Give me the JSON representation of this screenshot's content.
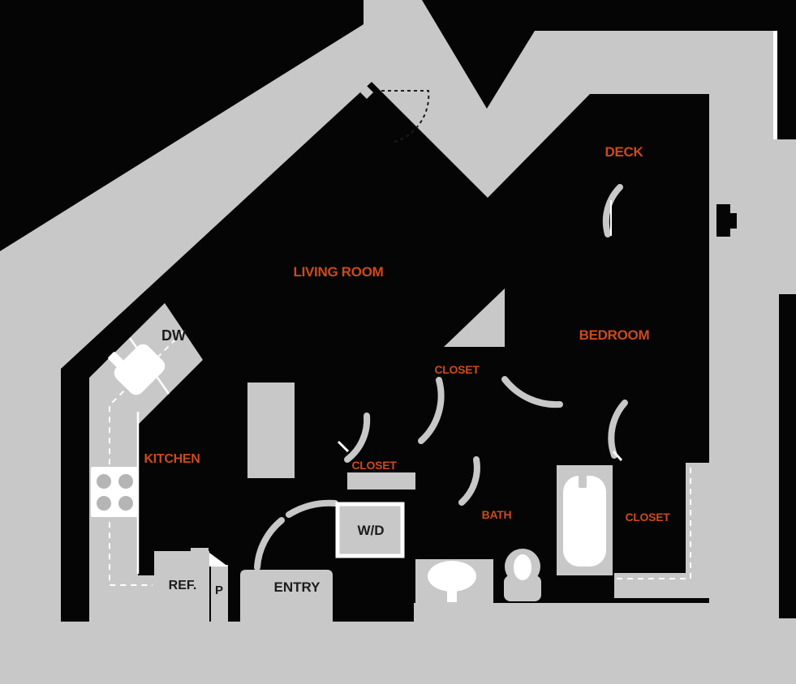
{
  "figure": {
    "type": "apartment-floor-plan",
    "style": "black unit mass on light gray background, orange room labels"
  },
  "colors": {
    "background": "#c8c8c8",
    "unit_mass": "#050505",
    "fixture_fill": "#c8c8c8",
    "fixture_white": "#ffffff",
    "room_label": "#cc4a1d",
    "appliance_label": "#1c1c1c",
    "burner": "#b5b5b5"
  },
  "rooms": {
    "living_room": "LIVING ROOM",
    "kitchen": "KITCHEN",
    "bedroom": "BEDROOM",
    "bath": "BATH",
    "deck": "DECK",
    "entry": "ENTRY",
    "closet_upper": "CLOSET",
    "closet_hall": "CLOSET",
    "closet_bedroom": "CLOSET"
  },
  "appliances": {
    "dishwasher": "DW",
    "refrigerator": "REF.",
    "pantry": "P",
    "washer_dryer": "W/D"
  }
}
